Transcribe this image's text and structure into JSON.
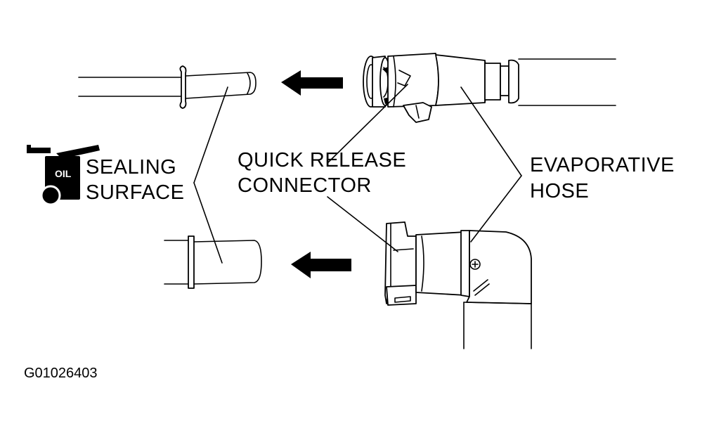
{
  "labels": {
    "sealing_line1": "SEALING",
    "sealing_line2": "SURFACE",
    "quick_line1": "QUICK RELEASE",
    "quick_line2": "CONNECTOR",
    "evap_line1": "EVAPORATIVE",
    "evap_line2": "HOSE",
    "oil_icon_text": "OIL"
  },
  "figure_id": "G01026403",
  "icons": {
    "oil_can": "oil-can-icon",
    "arrow": "left-arrow-icon"
  }
}
